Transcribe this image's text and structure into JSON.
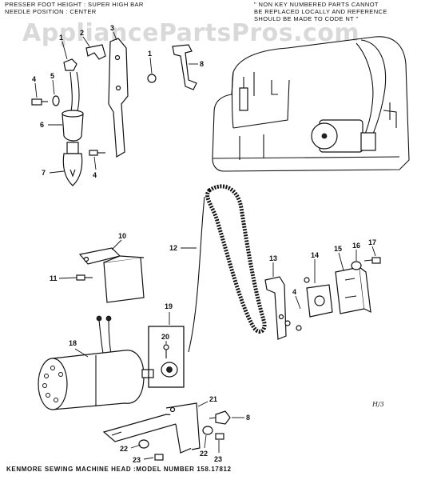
{
  "header": {
    "left_line1": "PRESSER FOOT HEIGHT : SUPER HIGH BAR",
    "left_line2": "NEEDLE POSITION : CENTER",
    "right_line1": "\" NON KEY NUMBERED PARTS CANNOT",
    "right_line2": "BE REPLACED LOCALLY AND REFERENCE",
    "right_line3": "SHOULD BE MADE TO CODE NT \""
  },
  "watermark": "AppliancePartsPros.com",
  "footer": "KENMORE SEWING MACHINE HEAD :MODEL NUMBER 158.17812",
  "annotation": "H/3",
  "callouts": {
    "c1a": "1",
    "c2": "2",
    "c3": "3",
    "c1b": "1",
    "c4a": "4",
    "c5": "5",
    "c6": "6",
    "c7": "7",
    "c4b": "4",
    "c8a": "8",
    "c10": "10",
    "c11": "11",
    "c12": "12",
    "c13": "13",
    "c14": "14",
    "c15": "15",
    "c16": "16",
    "c17": "17",
    "c4c": "4",
    "c19": "19",
    "c20": "20",
    "c18": "18",
    "c21": "21",
    "c8b": "8",
    "c22a": "22",
    "c23a": "23",
    "c22b": "22",
    "c23b": "23"
  }
}
